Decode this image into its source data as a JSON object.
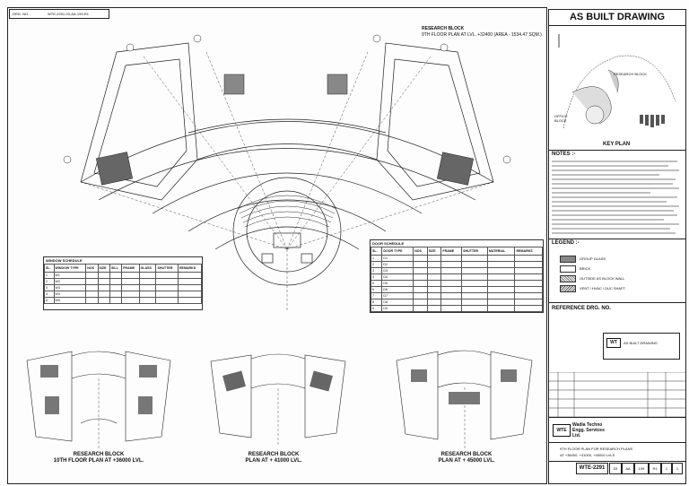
{
  "header": {
    "drg_label": "DRG. NO. :",
    "drg_number": "WTE-2291-03-AA-199-R1"
  },
  "main_plan": {
    "title_line1": "RESEARCH BLOCK",
    "title_line2": "9TH FLOOR PLAN AT LVL. +32400 (AREA - 1534.47 SQM.)"
  },
  "window_schedule": {
    "title": "WINDOW SCHEDULE",
    "columns": [
      "SL.",
      "WINDOW TYPE",
      "NOS",
      "SIZE",
      "SILL",
      "FRAME",
      "GLASS",
      "SHUTTER",
      "REMARKS"
    ],
    "rows": [
      [
        "1",
        "W1",
        "",
        "",
        "",
        "",
        "",
        "",
        ""
      ],
      [
        "2",
        "W2",
        "",
        "",
        "",
        "",
        "",
        "",
        ""
      ],
      [
        "3",
        "W3",
        "",
        "",
        "",
        "",
        "",
        "",
        ""
      ],
      [
        "4",
        "W4",
        "",
        "",
        "",
        "",
        "",
        "",
        ""
      ],
      [
        "5",
        "W5",
        "",
        "",
        "",
        "",
        "",
        "",
        ""
      ]
    ]
  },
  "door_schedule": {
    "title": "DOOR SCHEDULE",
    "columns": [
      "SL.",
      "DOOR TYPE",
      "NOS",
      "SIZE",
      "FRAME",
      "SHUTTER",
      "MATERIAL",
      "REMARKS"
    ],
    "rows": [
      [
        "1",
        "D1",
        "",
        "",
        "",
        "",
        "",
        ""
      ],
      [
        "2",
        "D2",
        "",
        "",
        "",
        "",
        "",
        ""
      ],
      [
        "3",
        "D3",
        "",
        "",
        "",
        "",
        "",
        ""
      ],
      [
        "4",
        "D4",
        "",
        "",
        "",
        "",
        "",
        ""
      ],
      [
        "5",
        "D5",
        "",
        "",
        "",
        "",
        "",
        ""
      ],
      [
        "6",
        "D6",
        "",
        "",
        "",
        "",
        "",
        ""
      ],
      [
        "7",
        "D7",
        "",
        "",
        "",
        "",
        "",
        ""
      ],
      [
        "8",
        "D8",
        "",
        "",
        "",
        "",
        "",
        ""
      ],
      [
        "9",
        "D9",
        "",
        "",
        "",
        "",
        "",
        ""
      ]
    ]
  },
  "sub_plans": [
    {
      "line1": "RESEARCH BLOCK",
      "line2": "10TH FLOOR PLAN AT +36000 LVL."
    },
    {
      "line1": "RESEARCH BLOCK",
      "line2": "PLAN AT + 41000 LVL."
    },
    {
      "line1": "RESEARCH BLOCK",
      "line2": "PLAN AT + 45000 LVL."
    }
  ],
  "panel": {
    "title": "AS BUILT DRAWING",
    "key_plan_label": "KEY PLAN",
    "research_block_label": "RESEARCH BLOCK",
    "office_block_label": "OFFICE BLOCK",
    "notes_title": "NOTES :-",
    "legend_title": "LEGEND :-",
    "legend_items": [
      "GROUP GLASS",
      "BRICK",
      "OUTSIDE AS BLOCK WALL",
      "VENT / HVAC / DUC SHAFT"
    ],
    "reference_title": "REFERENCE DRG. NO.",
    "stamp_text": "AS BUILT DRAWING",
    "company_name": "Wadia Techno Engg. Services Ltd.",
    "title_desc_line1": "9TH FLOOR PLAN FOR RESEARCH PLANS",
    "title_desc_line2": "AT +36000, +41000, +45000 LVLS",
    "drg_no_code": "WTE-2291",
    "drg_no_parts": [
      "03",
      "AA",
      "199",
      "R1",
      "1",
      "1"
    ]
  },
  "colors": {
    "line": "#222222",
    "hatch": "#555555",
    "background": "#fdfdfd"
  }
}
